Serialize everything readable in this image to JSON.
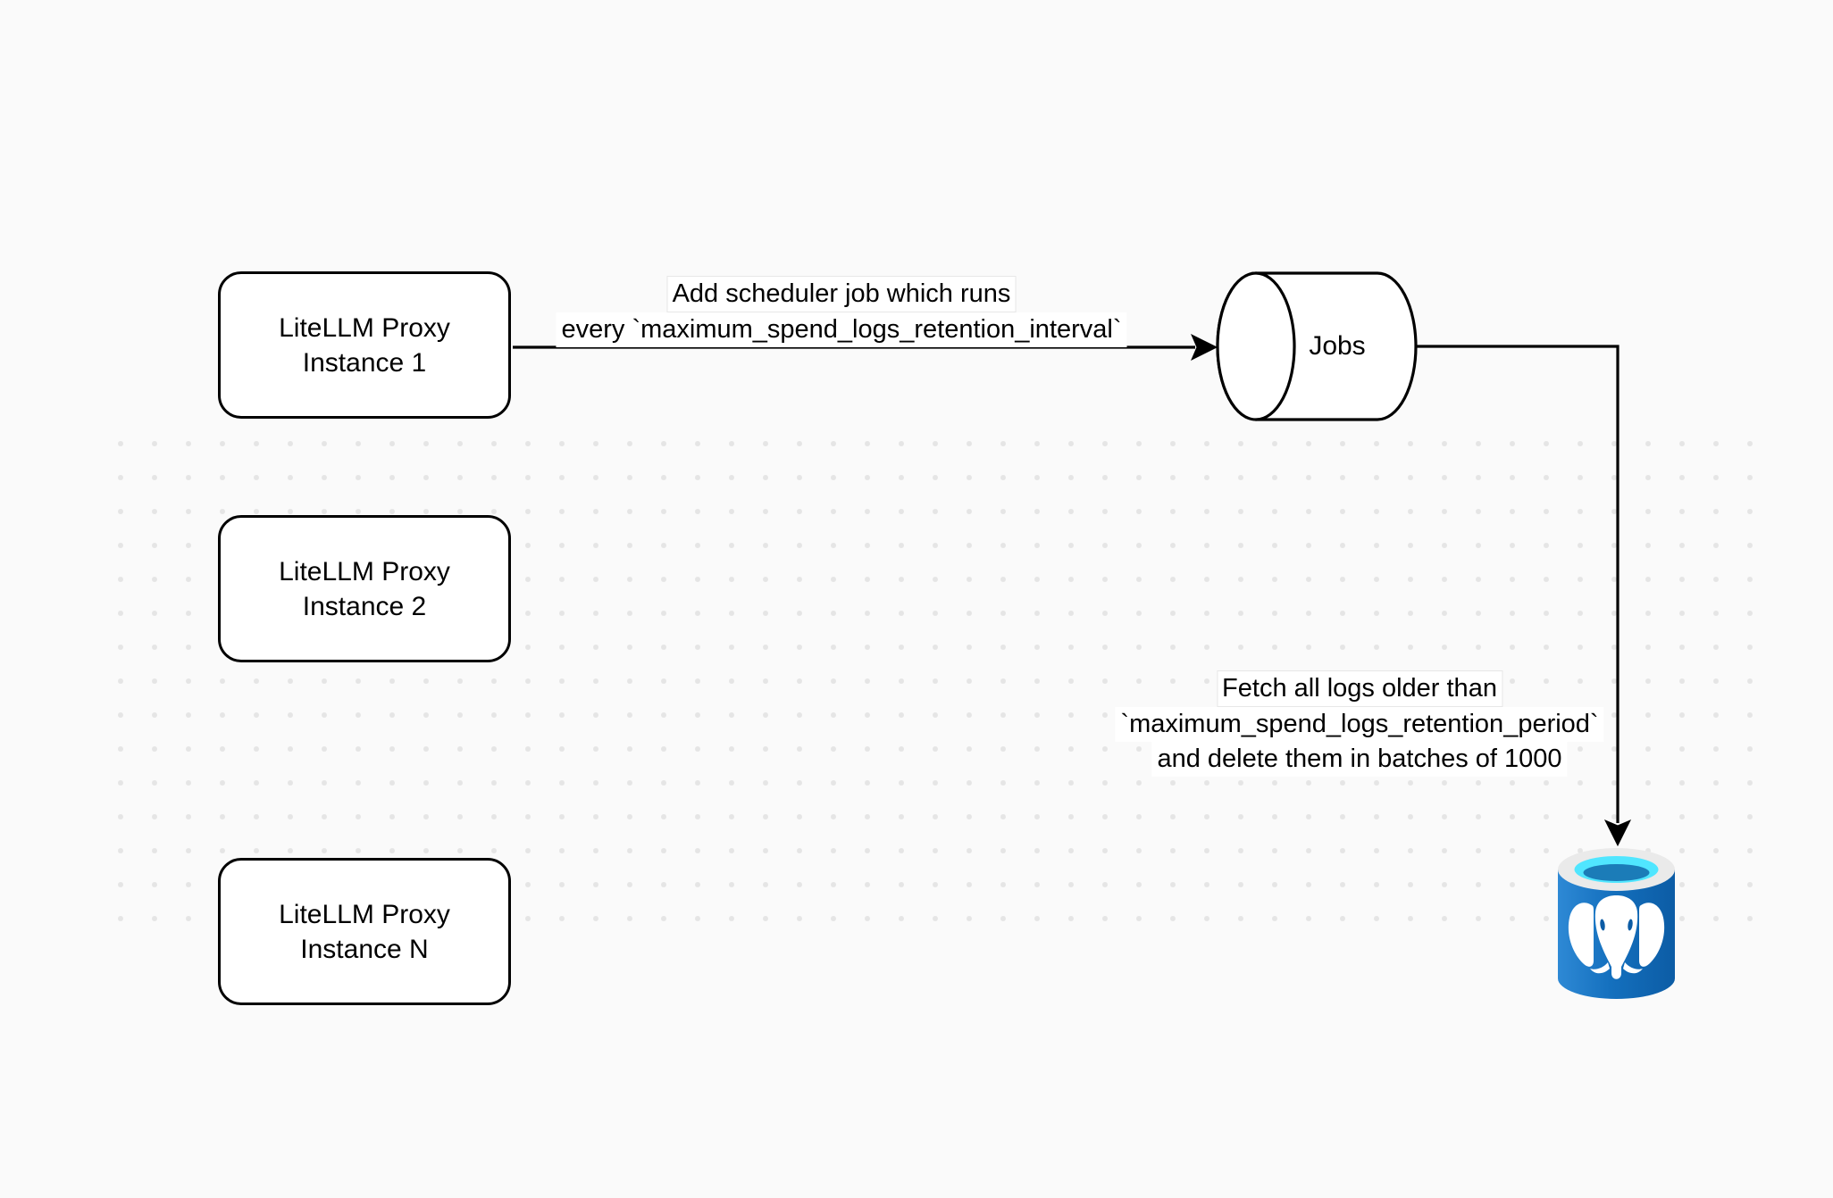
{
  "diagram": {
    "background_color": "#FAFAFA",
    "dot_color": "#E5E5E5",
    "stroke_color": "#000000",
    "nodes": {
      "proxy_instance_1": {
        "label_line1": "LiteLLM Proxy",
        "label_line2": "Instance 1"
      },
      "proxy_instance_2": {
        "label_line1": "LiteLLM Proxy",
        "label_line2": "Instance 2"
      },
      "proxy_instance_n": {
        "label_line1": "LiteLLM Proxy",
        "label_line2": "Instance N"
      },
      "jobs_queue": {
        "label": "Jobs"
      },
      "postgres_database": {
        "icon": "postgresql-database-icon",
        "body_color": "#1470BE",
        "body_color_light": "#2E89D5",
        "body_color_dark": "#0C5CA5",
        "rim_color": "#EAEAEA",
        "water_color": "#50E6FF",
        "water_shadow_color": "#1B7CB8",
        "elephant_color": "#FFFFFF"
      }
    },
    "edges": {
      "add_scheduler_job": {
        "label_line1": "Add scheduler job which runs",
        "label_line2": "every `maximum_spend_logs_retention_interval`"
      },
      "fetch_and_delete": {
        "label_line1": "Fetch all logs older than",
        "label_line2": "`maximum_spend_logs_retention_period`",
        "label_line3": "and delete them in batches of 1000"
      }
    }
  }
}
